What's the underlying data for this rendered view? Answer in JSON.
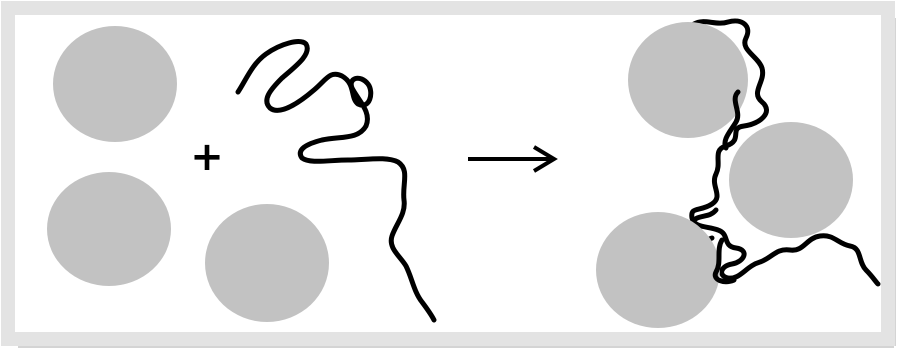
{
  "diagram": {
    "operator_symbol": "+",
    "arrow_symbol": "→",
    "colors": {
      "background": "#ffffff",
      "frame": "#e2e2e2",
      "frame_shadow": "#d0d0d0",
      "particle": "#c2c2c2",
      "polymer": "#000000"
    },
    "reactants": {
      "particle_count": 3,
      "polymer_chain_count": 1
    },
    "product": {
      "particle_count": 3,
      "description_visible": false
    }
  }
}
